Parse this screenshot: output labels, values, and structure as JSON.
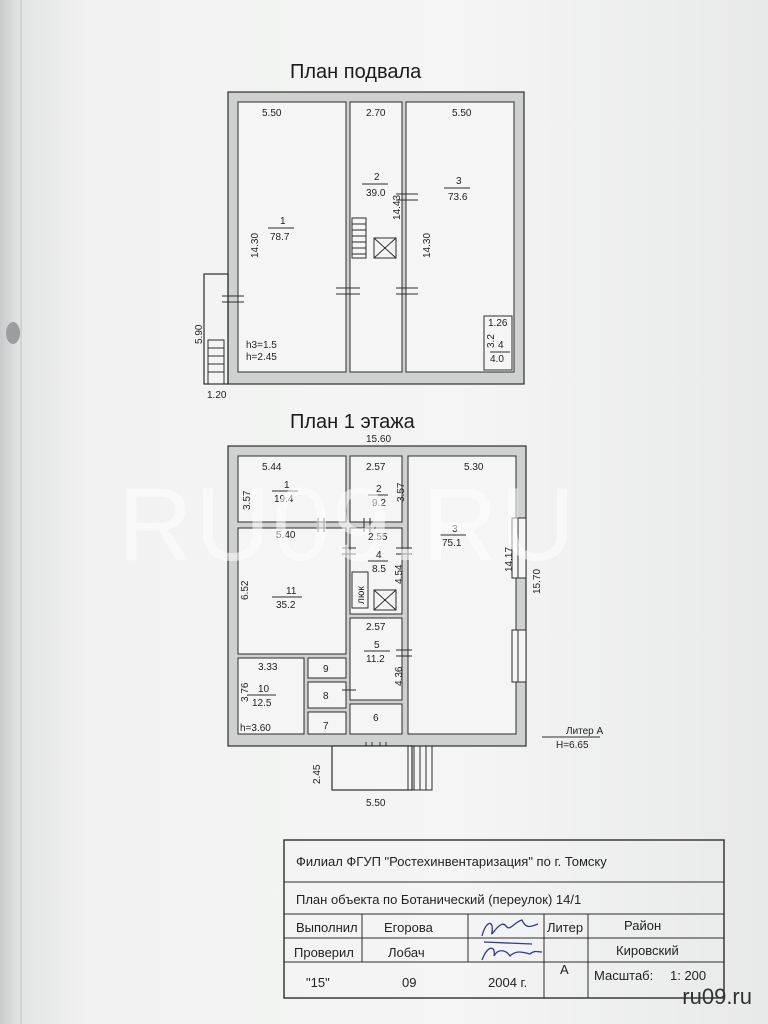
{
  "basement": {
    "title": "План подвала",
    "dims": {
      "top_left": "5.50",
      "top_mid": "2.70",
      "top_right": "5.50",
      "side_left": "14.30",
      "side_mid": "14.43",
      "side_right": "14.30",
      "stair_side": "5.90",
      "stair_bottom": "1.20",
      "small_w": "1.26",
      "small_h": "3.2"
    },
    "rooms": [
      {
        "num": "1",
        "area": "78.7"
      },
      {
        "num": "2",
        "area": "39.0"
      },
      {
        "num": "3",
        "area": "73.6"
      },
      {
        "num": "4",
        "area": "4.0"
      }
    ],
    "heights": {
      "h3": "h3=1.5",
      "h": "h=2.45"
    }
  },
  "floor1": {
    "title": "План 1 этажа",
    "dims": {
      "total_w": "15.60",
      "r1_w": "5.44",
      "r1_h": "3.57",
      "r2_w": "2.57",
      "r2_h": "3.57",
      "r3_w": "5.30",
      "r3_h": "14.17",
      "total_h": "15.70",
      "r11_w": "5.40",
      "r11_h": "6.52",
      "r4_w": "2.55",
      "r4_h": "4.54",
      "r5_w": "2.57",
      "r5_h": "4.36",
      "r10_w": "3.33",
      "r10_h": "3.76",
      "porch_w": "5.50",
      "porch_h": "2.45"
    },
    "rooms": [
      {
        "num": "1",
        "area": "19.4"
      },
      {
        "num": "2",
        "area": "9.2"
      },
      {
        "num": "3",
        "area": "75.1"
      },
      {
        "num": "4",
        "area": "8.5"
      },
      {
        "num": "11",
        "area": "35.2"
      },
      {
        "num": "5",
        "area": "11.2"
      },
      {
        "num": "10",
        "area": "12.5"
      },
      {
        "num": "9",
        "area": ""
      },
      {
        "num": "8",
        "area": ""
      },
      {
        "num": "7",
        "area": ""
      },
      {
        "num": "6",
        "area": ""
      }
    ],
    "hatch_label": "люк",
    "height": "h=3.60",
    "liter": "Литер А",
    "liter_h": "H=6.65"
  },
  "watermark": "RU09.RU",
  "stamp": {
    "org": "Филиал ФГУП \"Ростехинвентаризация\" по г. Томску",
    "object": "План объекта по  Ботанический (переулок) 14/1",
    "executed_label": "Выполнил",
    "executed_name": "Егорова",
    "checked_label": "Проверил",
    "checked_name": "Лобач",
    "day": "\"15\"",
    "month": "09",
    "year": "2004 г.",
    "liter_label": "Литер",
    "liter_value": "А",
    "district_label": "Район",
    "district_value": "Кировский",
    "scale_label": "Масштаб:",
    "scale_value": "1: 200"
  },
  "brand": "ru09.ru"
}
